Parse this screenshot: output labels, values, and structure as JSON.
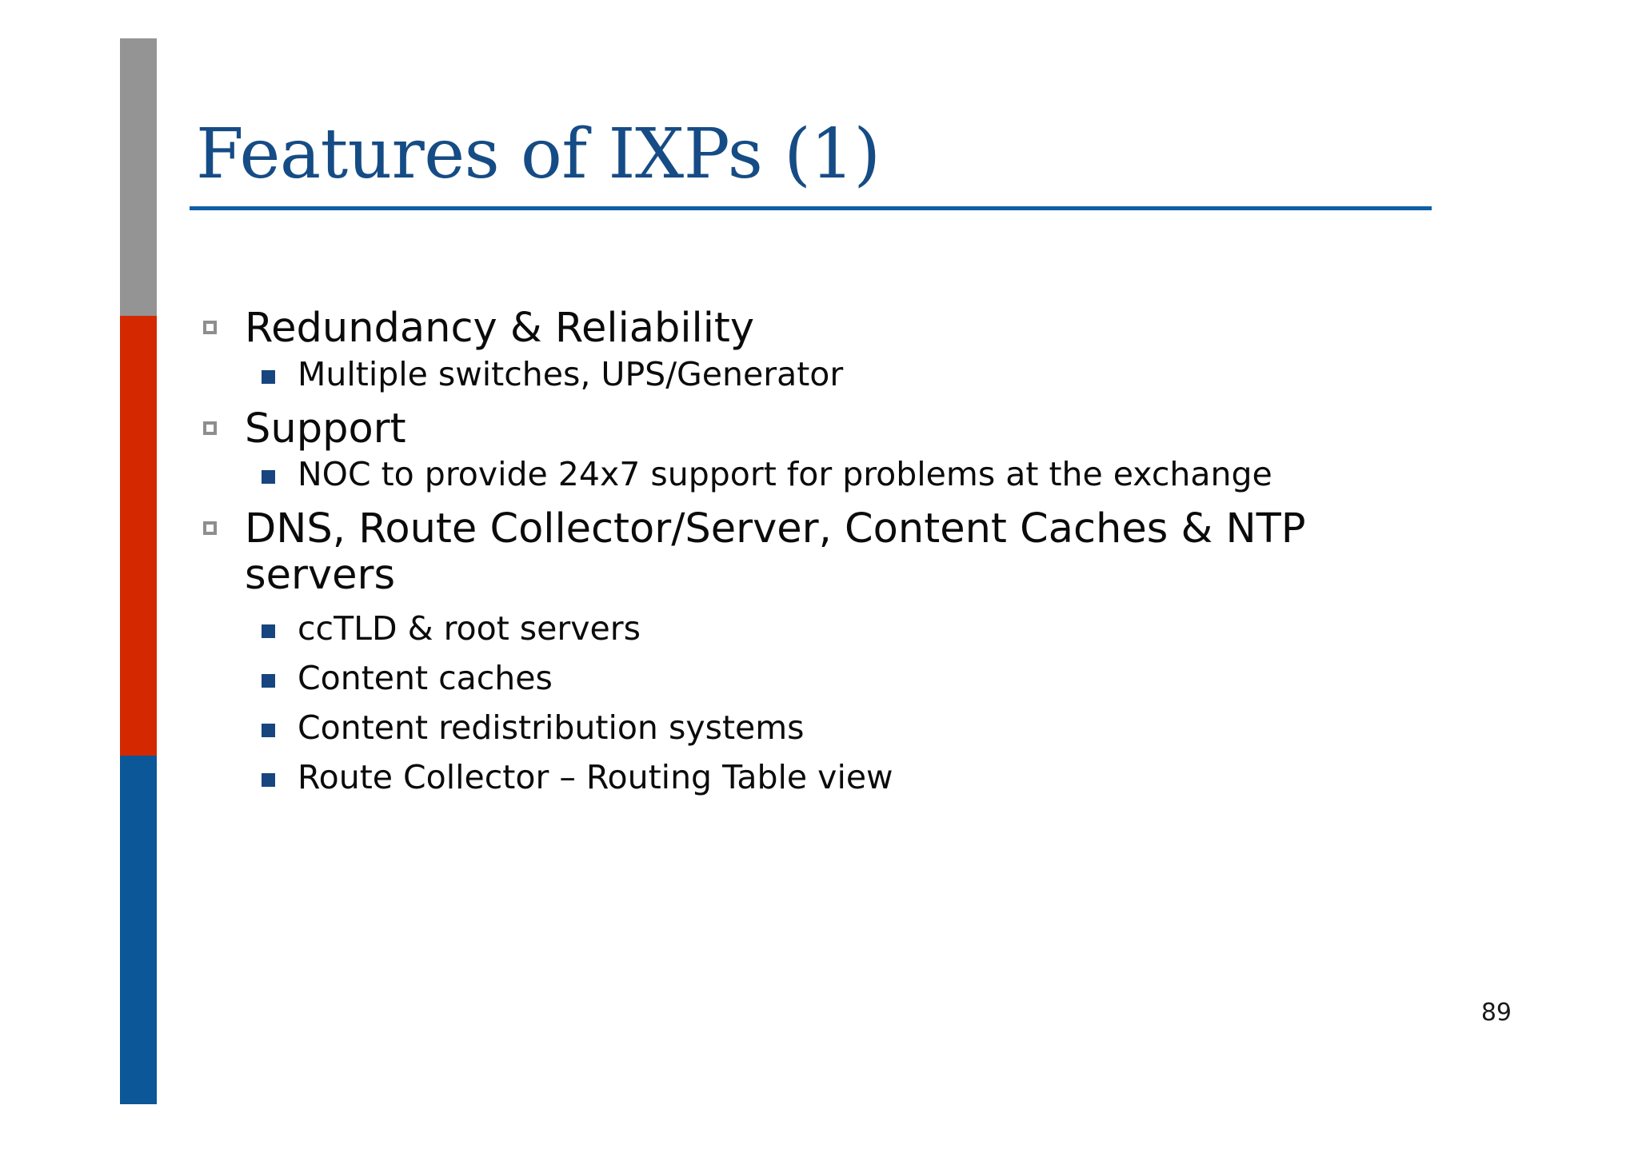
{
  "slide": {
    "title": "Features of IXPs (1)",
    "page_number": "89",
    "colors": {
      "title_text": "#164C85",
      "title_rule": "#0D5FA6",
      "bar_gray": "#949494",
      "bar_red": "#D42800",
      "bar_blue": "#0B5797",
      "marker_level1": "#8E8E8E",
      "marker_level2": "#17457F",
      "body_text": "#0B0B0B",
      "background": "#FFFFFF"
    },
    "bullets": [
      {
        "level": 1,
        "text": "Redundancy & Reliability",
        "children": [
          {
            "level": 2,
            "text": "Multiple switches, UPS/Generator"
          }
        ]
      },
      {
        "level": 1,
        "text": "Support",
        "children": [
          {
            "level": 2,
            "text": "NOC to provide 24x7 support for problems at the exchange"
          }
        ]
      },
      {
        "level": 1,
        "text": "DNS, Route Collector/Server, Content Caches & NTP servers",
        "children": [
          {
            "level": 2,
            "text": "ccTLD & root servers"
          },
          {
            "level": 2,
            "text": "Content caches"
          },
          {
            "level": 2,
            "text": "Content redistribution systems"
          },
          {
            "level": 2,
            "text": "Route Collector – Routing Table view"
          }
        ]
      }
    ]
  }
}
